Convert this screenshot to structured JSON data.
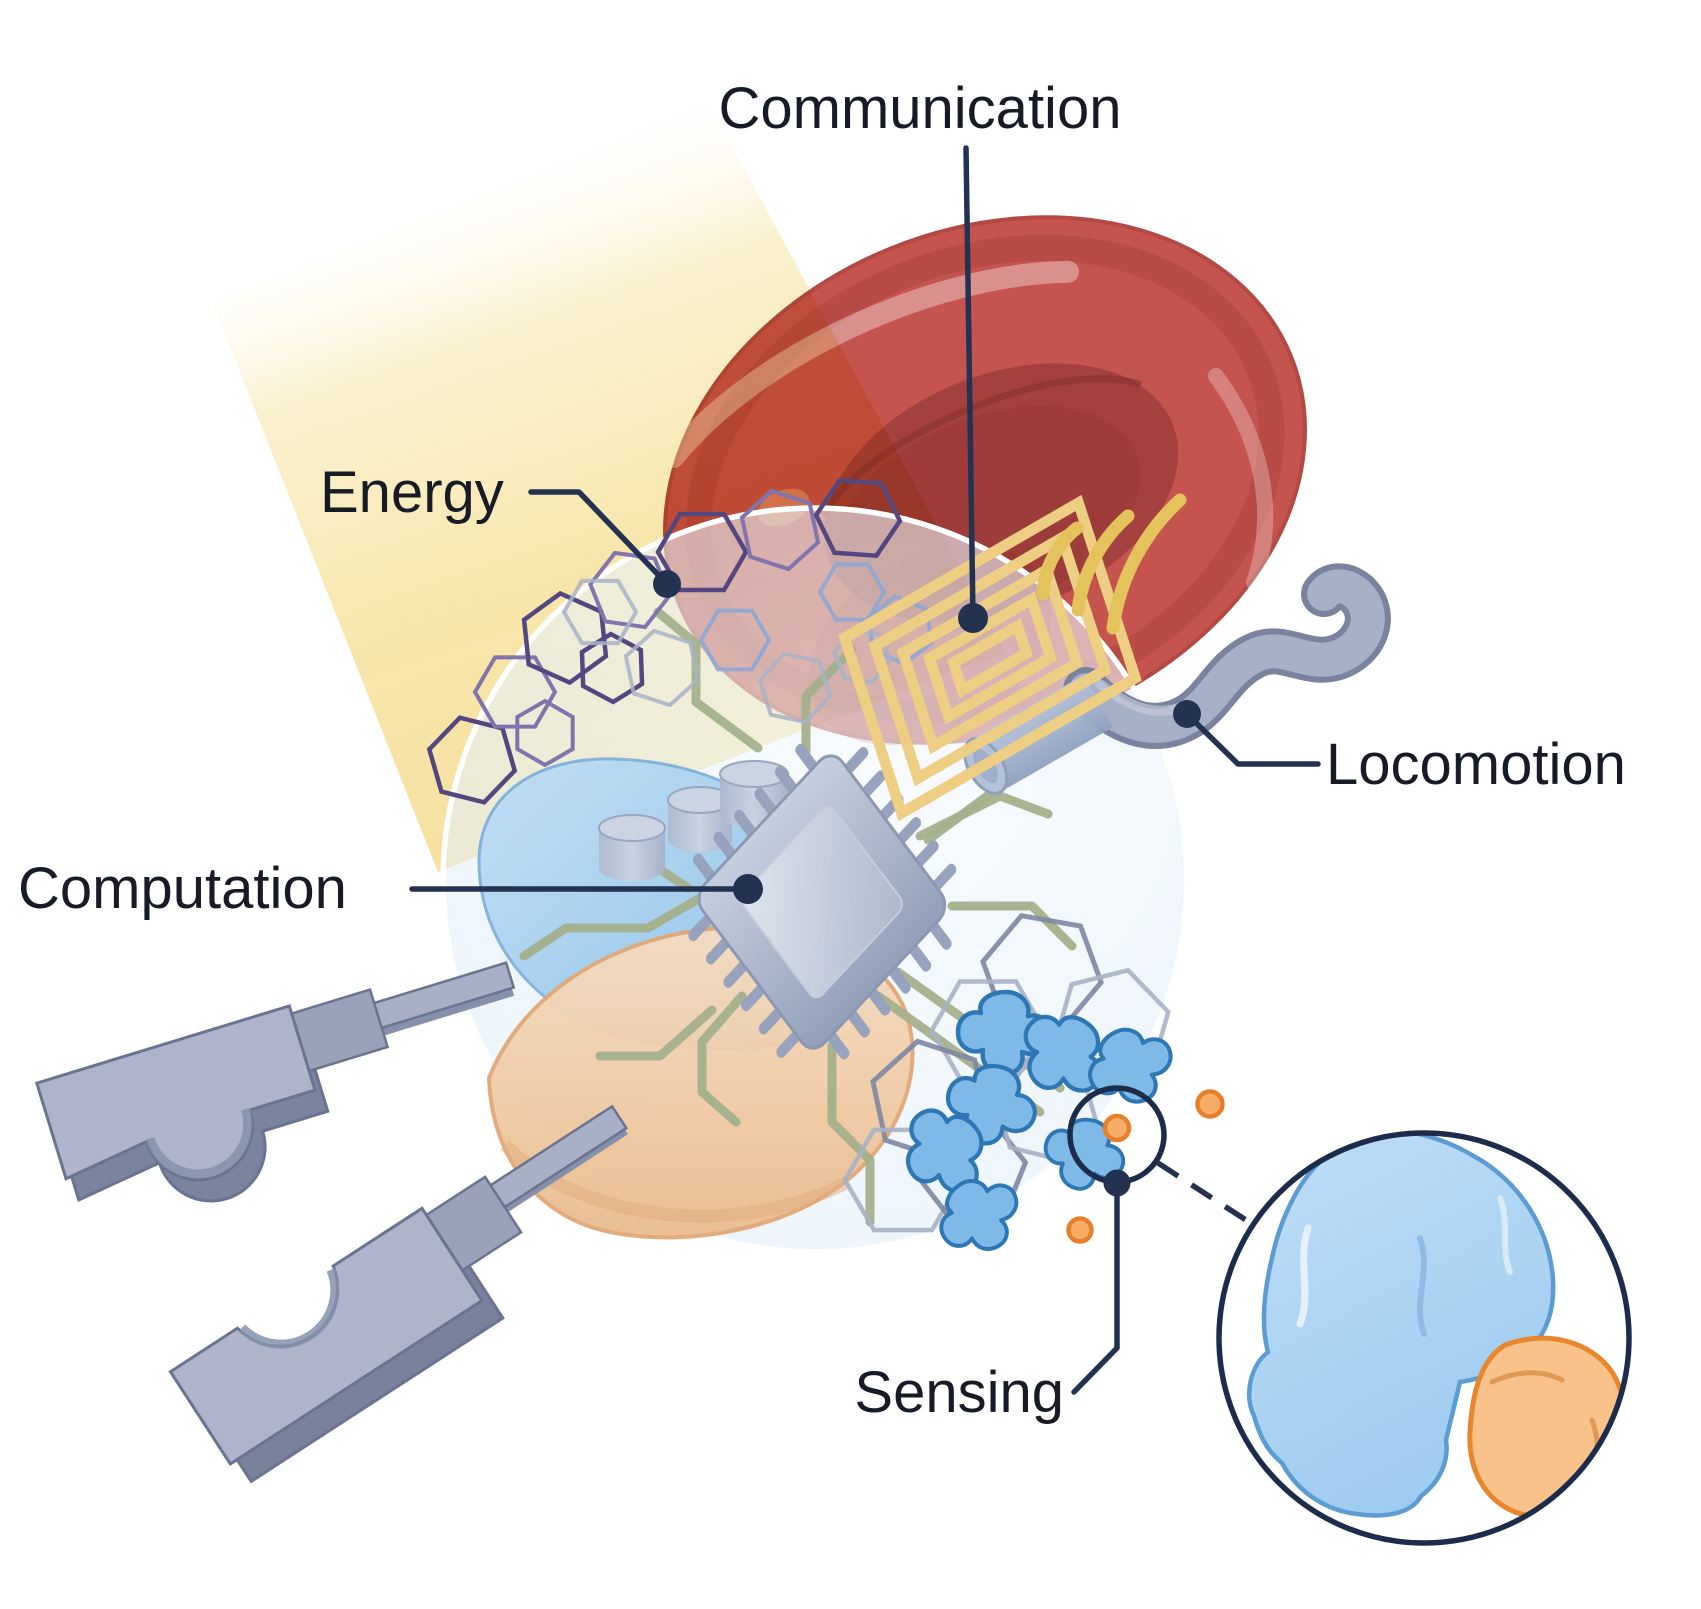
{
  "figure": {
    "type": "scientific-illustration",
    "subject": "microrobot-capabilities",
    "labels": {
      "communication": "Communication",
      "energy": "Energy",
      "computation": "Computation",
      "locomotion": "Locomotion",
      "sensing": "Sensing"
    },
    "colors": {
      "label_text": "#161B26",
      "leader_line": "#243251",
      "light_beam": "#F5DE99",
      "red_blood_cell": "#C5534E",
      "robot_sphere": "#DEEDF8",
      "antenna_coil": "#EDCE82",
      "signal_arcs": "#E5C35C",
      "circuit_trace": "#A4B08C",
      "energy_mesh": "#54477F",
      "receptor_blue": "#7EB9E8",
      "ligand_orange": "#F6AE67",
      "gripper_gray": "#AEB5CA",
      "flagellum_gray": "#A6B0C6",
      "inset_protein": "#A9D5F4",
      "inset_ligand": "#F9C28A"
    }
  }
}
